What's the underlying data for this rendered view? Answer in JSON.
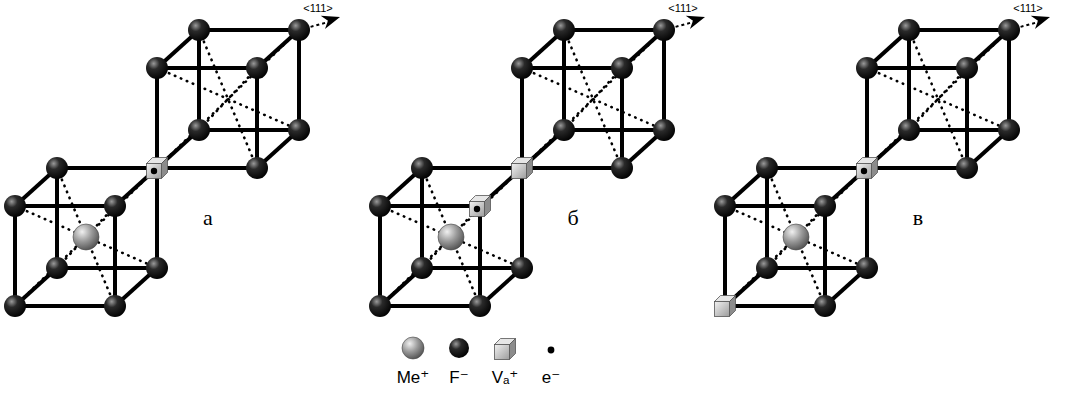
{
  "diagram": {
    "labels": [
      "<111>",
      "а",
      "<111>",
      "б",
      "<111>",
      "в"
    ],
    "legend": [
      {
        "text": "Me⁺"
      },
      {
        "text": "F⁻"
      },
      {
        "text": "Vₐ⁺"
      },
      {
        "text": "e⁻"
      }
    ]
  }
}
